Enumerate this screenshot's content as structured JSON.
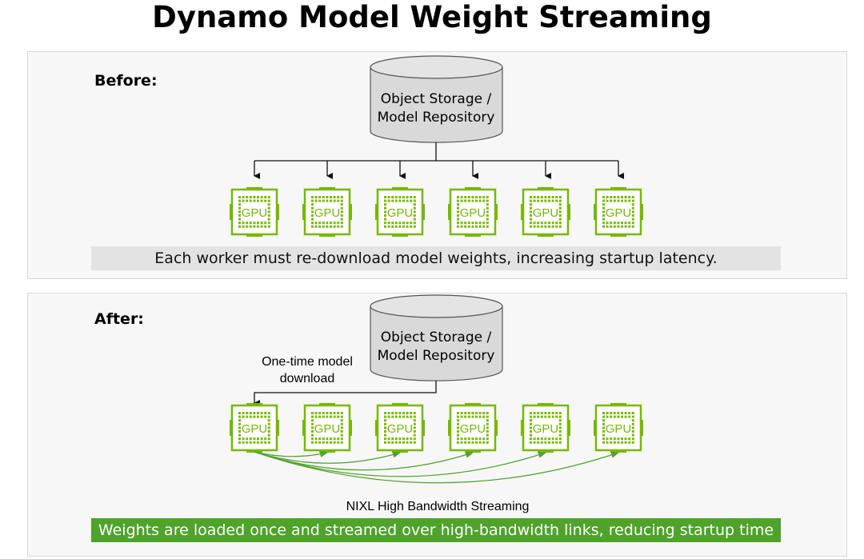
{
  "title": "Dynamo Model Weight Streaming",
  "before": {
    "label": "Before:",
    "storage": [
      "Object Storage /",
      "Model Repository"
    ],
    "gpu_label": "GPU",
    "gpu_count": 6,
    "caption": "Each worker must re-download model weights, increasing startup latency."
  },
  "after": {
    "label": "After:",
    "storage": [
      "Object Storage /",
      "Model Repository"
    ],
    "download_label": [
      "One-time model",
      "download"
    ],
    "gpu_label": "GPU",
    "gpu_count": 6,
    "streaming_label": "NIXL High Bandwidth Streaming",
    "caption": "Weights are loaded once and streamed over high-bandwidth links, reducing startup time"
  },
  "colors": {
    "gpu": "#76b900",
    "stream_arrow": "#4fa32a",
    "caption_green": "#4fa32a",
    "caption_gray": "#e3e3e3"
  }
}
